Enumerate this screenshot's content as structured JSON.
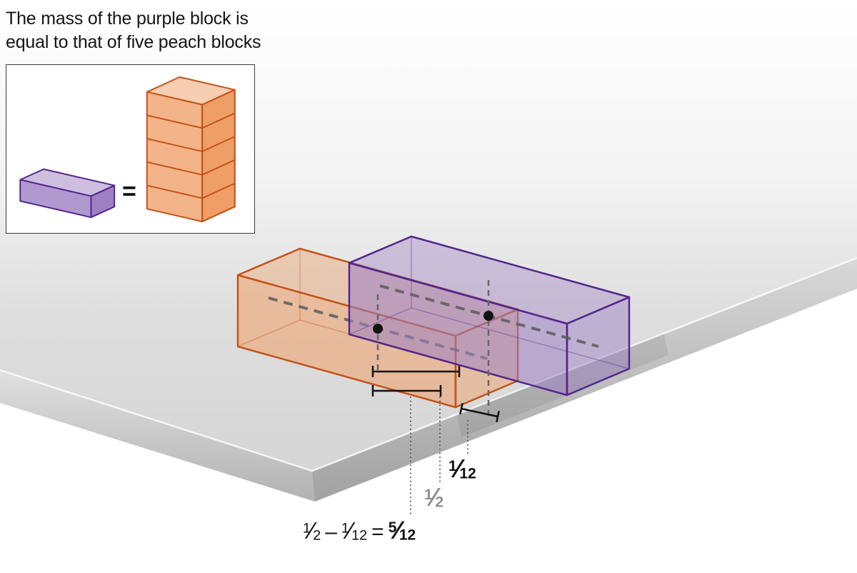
{
  "title": {
    "line1": "The mass of the purple block is",
    "line2": "equal to that of five peach blocks"
  },
  "legend": {
    "equals": "="
  },
  "labels": {
    "frac_slash": "⁄",
    "one_twelfth": {
      "num": "1",
      "den": "12"
    },
    "one_half": {
      "num": "1",
      "den": "2"
    },
    "formula": {
      "f1_num": "1",
      "f1_den": "2",
      "minus": "–",
      "f2_num": "1",
      "f2_den": "12",
      "equals": "=",
      "f3_num": "5",
      "f3_den": "12"
    }
  },
  "colors": {
    "purple_fill": "#9d7fc4",
    "purple_stroke": "#54278c",
    "peach_fill": "#ef9e66",
    "peach_stroke": "#c4531b",
    "label_gray": "#8f8f8f",
    "ink": "#111111",
    "dash_gray": "#5c5c5c"
  }
}
